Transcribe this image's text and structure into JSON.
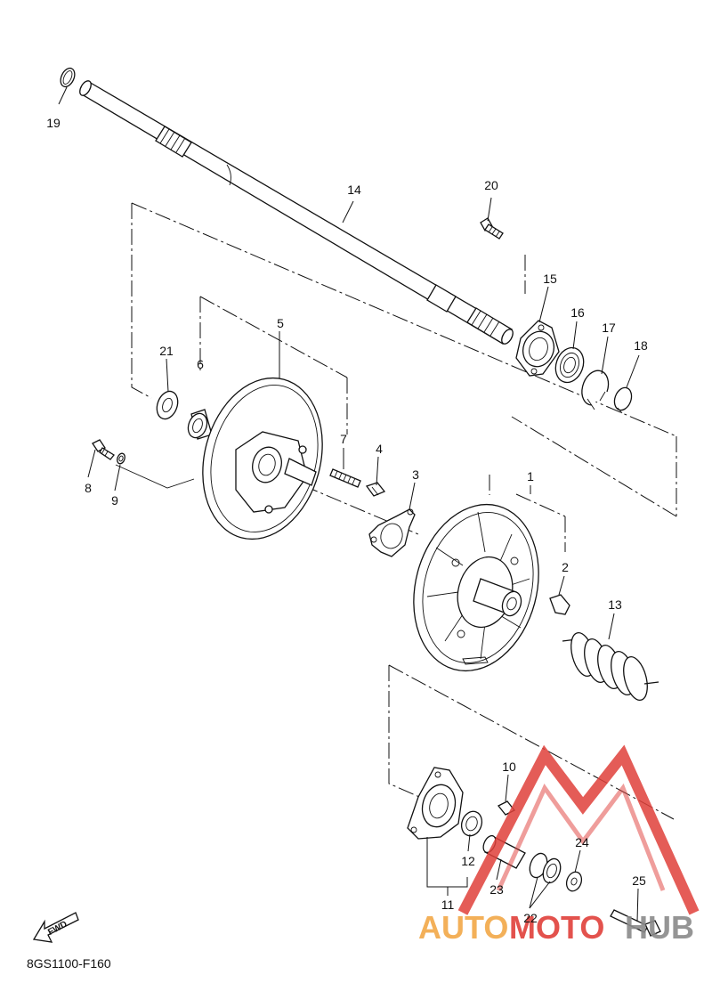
{
  "diagram": {
    "code": "8GS1100-F160",
    "fwd_label": "FWD",
    "callouts": [
      {
        "id": "c1",
        "text": "1",
        "highlight": false
      },
      {
        "id": "c2",
        "text": "2",
        "highlight": false
      },
      {
        "id": "c3",
        "text": "3",
        "highlight": false
      },
      {
        "id": "c4",
        "text": "4",
        "highlight": false
      },
      {
        "id": "c5",
        "text": "5",
        "highlight": false
      },
      {
        "id": "c6",
        "text": "6",
        "highlight": false
      },
      {
        "id": "c7",
        "text": "7",
        "highlight": false
      },
      {
        "id": "c8",
        "text": "8",
        "highlight": false
      },
      {
        "id": "c9",
        "text": "9",
        "highlight": false
      },
      {
        "id": "c10",
        "text": "10",
        "highlight": false
      },
      {
        "id": "c11",
        "text": "11",
        "highlight": false
      },
      {
        "id": "c12",
        "text": "12",
        "highlight": false
      },
      {
        "id": "c13",
        "text": "13",
        "highlight": false
      },
      {
        "id": "c14",
        "text": "14",
        "highlight": false
      },
      {
        "id": "c15",
        "text": "15",
        "highlight": false
      },
      {
        "id": "c16",
        "text": "16",
        "highlight": false
      },
      {
        "id": "c17",
        "text": "17",
        "highlight": false
      },
      {
        "id": "c18",
        "text": "18",
        "highlight": false
      },
      {
        "id": "c19",
        "text": "19",
        "highlight": false
      },
      {
        "id": "c20",
        "text": "20",
        "highlight": false
      },
      {
        "id": "c21",
        "text": "21",
        "highlight": false
      },
      {
        "id": "c22",
        "text": "22",
        "highlight": false
      },
      {
        "id": "c23",
        "text": "23",
        "highlight": false
      },
      {
        "id": "c24",
        "text": "24",
        "highlight": true
      },
      {
        "id": "c25",
        "text": "25",
        "highlight": true
      }
    ],
    "colors": {
      "line": "#111111",
      "highlight_label": "#b02a1a",
      "watermark_red": "#e0403a",
      "watermark_orange": "#f2a848",
      "watermark_gray": "#8a8a8a"
    }
  },
  "watermark": {
    "part1": "AUTO",
    "part2": "MOTO",
    "part3": "HUB"
  }
}
